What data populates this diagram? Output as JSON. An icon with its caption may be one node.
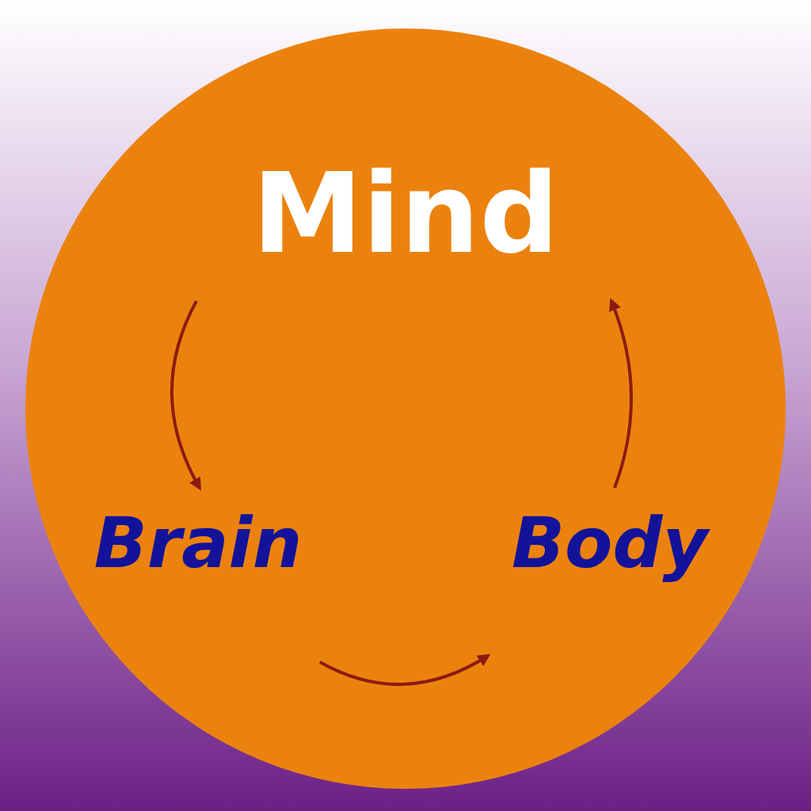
{
  "diagram": {
    "nodes": [
      {
        "text": [],
        "shape": "circle"
      },
      {
        "text": [
          "Mind"
        ],
        "in": 0
      },
      {
        "text": [
          "Brain"
        ],
        "in": 0
      },
      {
        "text": [
          "Body"
        ],
        "in": 0
      }
    ],
    "edges": [
      {
        "from": 1,
        "to": 2,
        "arrow": "to"
      },
      {
        "from": 2,
        "to": 3,
        "arrow": "to"
      },
      {
        "from": 3,
        "to": 1,
        "arrow": "to"
      }
    ]
  }
}
